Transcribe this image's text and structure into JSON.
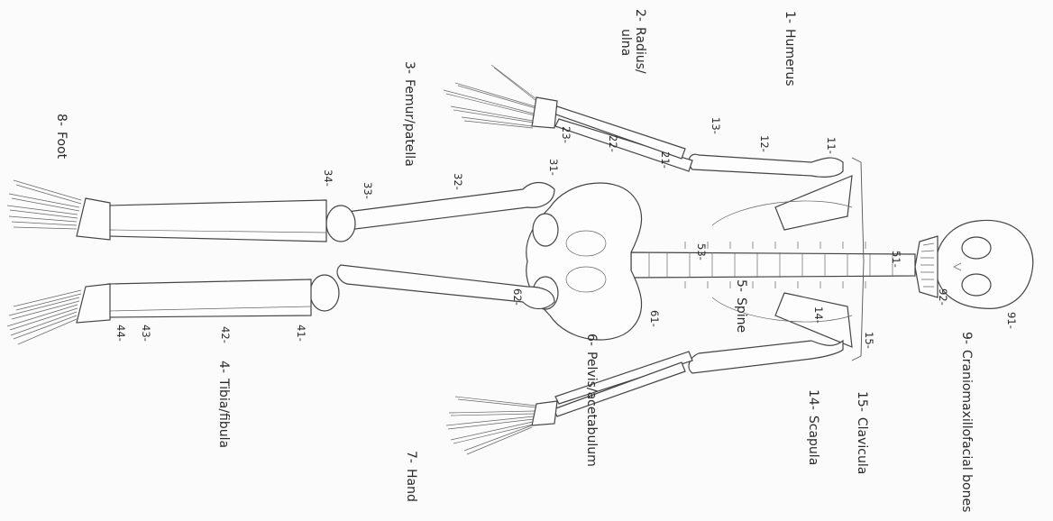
{
  "regions": [
    {
      "number": "1-",
      "name": "Humerus"
    },
    {
      "number": "2-",
      "name": "Radius/",
      "name2": "ulna"
    },
    {
      "number": "3-",
      "name": "Femur/patella"
    },
    {
      "number": "4-",
      "name": "Tibia/fibula"
    },
    {
      "number": "5-",
      "name": "Spine"
    },
    {
      "number": "6-",
      "name": "Pelvis/acetabulum"
    },
    {
      "number": "7-",
      "name": "Hand"
    },
    {
      "number": "8-",
      "name": "Foot"
    },
    {
      "number": "9-",
      "name": "Craniomaxillofacial bones"
    },
    {
      "number": "14-",
      "name": "Scapula"
    },
    {
      "number": "15-",
      "name": "Clavicula"
    }
  ],
  "segment_codes": [
    "11-",
    "12-",
    "13-",
    "14-",
    "15-",
    "21-",
    "22-",
    "23-",
    "31-",
    "32-",
    "33-",
    "34-",
    "41-",
    "42-",
    "43-",
    "44-",
    "51-",
    "53-",
    "61-",
    "62-",
    "91-",
    "92-"
  ]
}
